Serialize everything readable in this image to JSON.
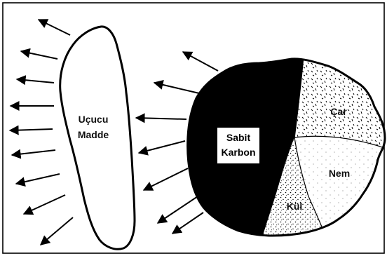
{
  "labels": {
    "volatile_line1": "Uçucu",
    "volatile_line2": "Madde",
    "fixed_carbon_line1": "Sabit",
    "fixed_carbon_line2": "Karbon",
    "char": "Çar",
    "moisture": "Nem",
    "ash": "Kül"
  },
  "colors": {
    "fixed_carbon": "#000000",
    "outline": "#000000",
    "background": "#ffffff",
    "label_box": "#ffffff"
  },
  "icons": {
    "arrow": "emission-arrow-icon"
  }
}
